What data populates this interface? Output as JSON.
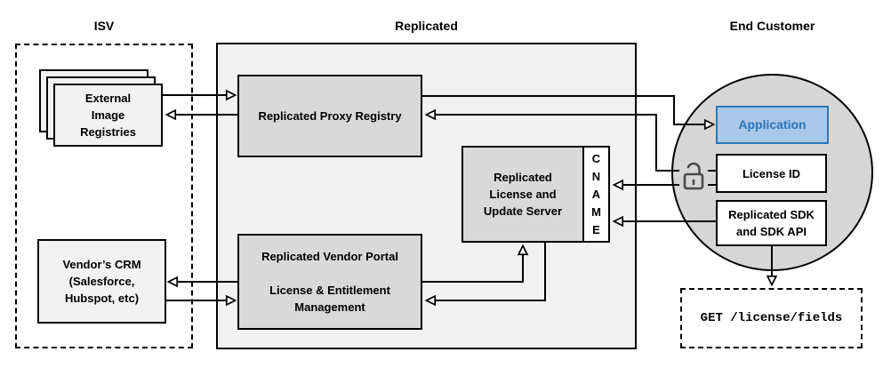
{
  "titles": {
    "isv": "ISV",
    "replicated": "Replicated",
    "end_customer": "End Customer"
  },
  "isv": {
    "registries_label": "External\nImage\nRegistries",
    "crm_label": "Vendor’s CRM\n(Salesforce,\nHubspot, etc)"
  },
  "replicated": {
    "proxy_registry_label": "Replicated Proxy Registry",
    "license_update_server_label": "Replicated\nLicense and\nUpdate Server",
    "cname_label": "CNAME",
    "vendor_portal_label": "Replicated Vendor Portal\n\nLicense & Entitlement\nManagement"
  },
  "end_customer": {
    "application_label": "Application",
    "license_id_label": "License ID",
    "sdk_label": "Replicated SDK\nand SDK API",
    "api_request_label": "GET /license/fields"
  },
  "icons": {
    "unlock_icon": "open-padlock"
  },
  "colors": {
    "accent_blue_border": "#2e75b6",
    "accent_blue_fill": "#a9c7e9",
    "inner_box_gray": "#d9d9d9",
    "container_gray": "#f2f2f2",
    "circle_gray": "#d6d6d6",
    "line_black": "#000000"
  }
}
